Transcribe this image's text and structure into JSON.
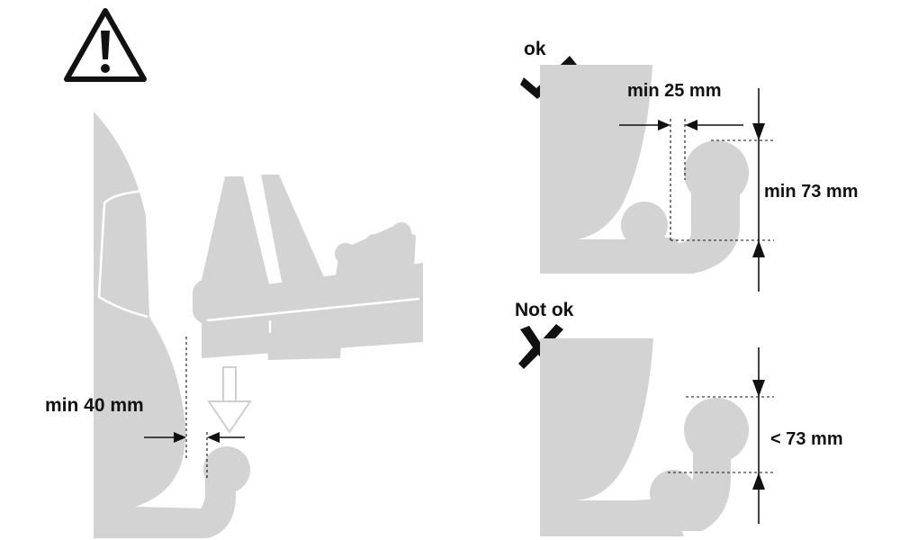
{
  "labels": {
    "min_40": "min 40 mm",
    "ok": "ok",
    "min_25": "min 25 mm",
    "min_73": "min 73 mm",
    "not_ok": "Not ok",
    "lt_73": "< 73 mm"
  },
  "icons": {
    "warning": "warning-triangle-icon",
    "check": "check-mark-icon",
    "cross": "cross-mark-icon"
  },
  "colors": {
    "figure_gray": "#d3d3d3",
    "ink": "#111111",
    "background": "#ffffff"
  }
}
